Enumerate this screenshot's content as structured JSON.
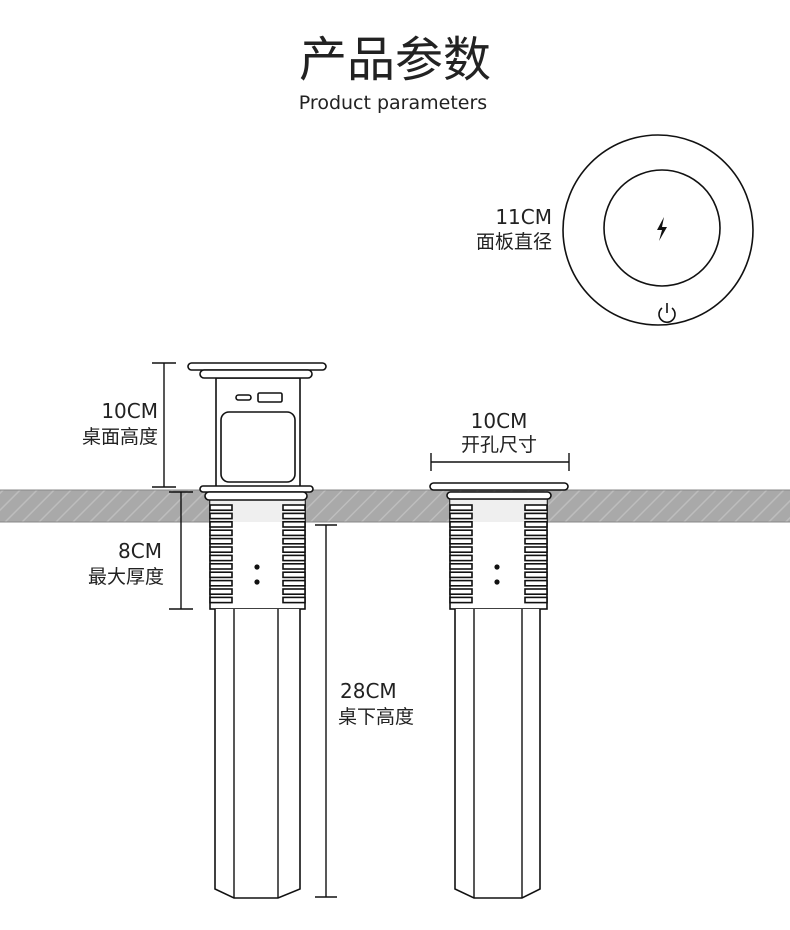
{
  "header": {
    "title": "产品参数",
    "subtitle": "Product parameters"
  },
  "panel": {
    "value": "11CM",
    "label": "面板直径"
  },
  "desk_height": {
    "value": "10CM",
    "label": "桌面高度"
  },
  "max_thickness": {
    "value": "8CM",
    "label": "最大厚度"
  },
  "under_height": {
    "value": "28CM",
    "label": "桌下高度"
  },
  "hole_size": {
    "value": "10CM",
    "label": "开孔尺寸"
  },
  "icons": [
    "lightning-icon",
    "power-icon"
  ]
}
